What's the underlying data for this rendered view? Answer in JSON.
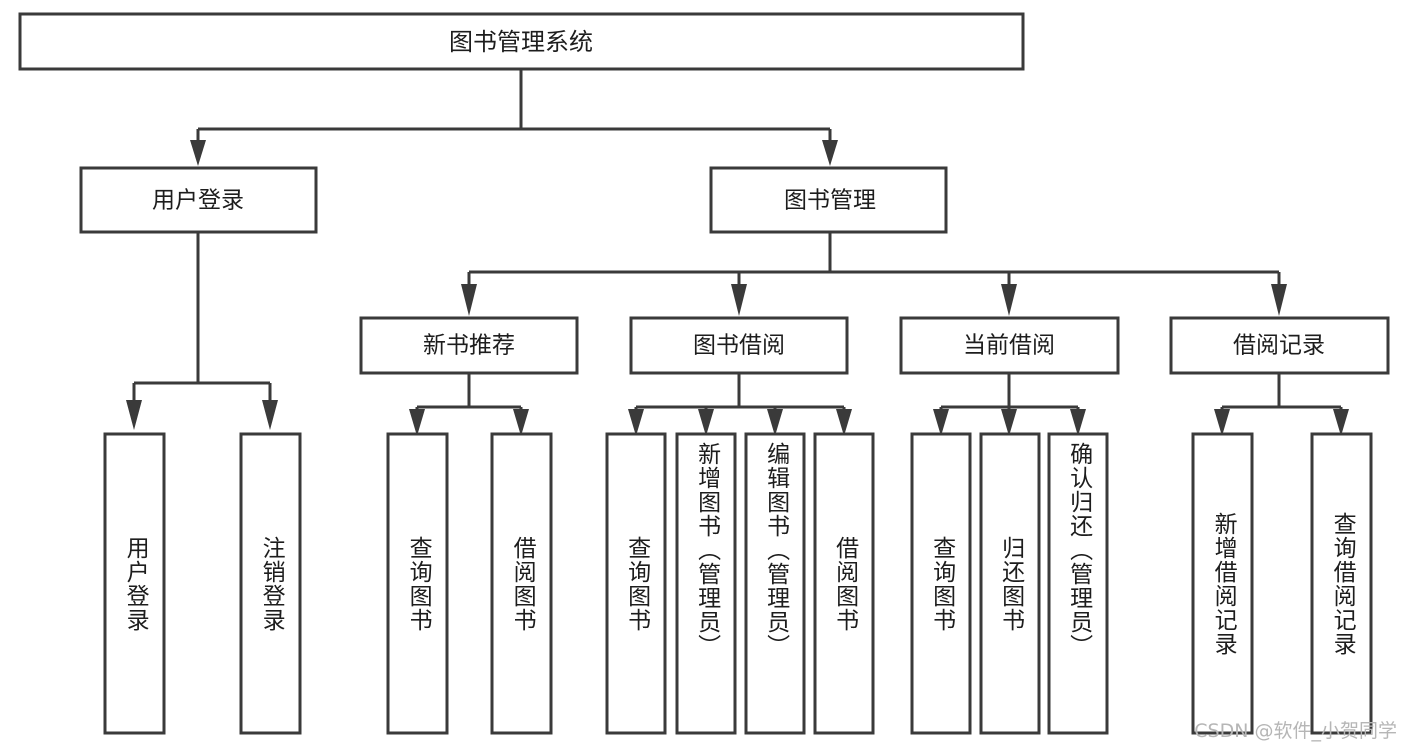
{
  "diagram": {
    "title_node": {
      "label": "图书管理系统"
    },
    "level2": [
      {
        "id": "user-login",
        "label": "用户登录"
      },
      {
        "id": "book-management",
        "label": "图书管理"
      }
    ],
    "level3": [
      {
        "id": "new-book-recommend",
        "label": "新书推荐"
      },
      {
        "id": "book-borrow",
        "label": "图书借阅"
      },
      {
        "id": "current-borrow",
        "label": "当前借阅"
      },
      {
        "id": "borrow-record",
        "label": "借阅记录"
      }
    ],
    "leaves": [
      {
        "id": "leaf-user-login",
        "label": "用户登录",
        "group": "user-login"
      },
      {
        "id": "leaf-logout-login",
        "label": "注销登录",
        "group": "user-login"
      },
      {
        "id": "leaf-query-book-1",
        "label": "查询图书",
        "group": "new-book-recommend"
      },
      {
        "id": "leaf-borrow-book-1",
        "label": "借阅图书",
        "group": "new-book-recommend"
      },
      {
        "id": "leaf-query-book-2",
        "label": "查询图书",
        "group": "book-borrow"
      },
      {
        "id": "leaf-add-book",
        "label": "新增图书（管理员）",
        "group": "book-borrow"
      },
      {
        "id": "leaf-edit-book",
        "label": "编辑图书（管理员）",
        "group": "book-borrow"
      },
      {
        "id": "leaf-borrow-book-2",
        "label": "借阅图书",
        "group": "book-borrow"
      },
      {
        "id": "leaf-query-book-3",
        "label": "查询图书",
        "group": "current-borrow"
      },
      {
        "id": "leaf-return-book",
        "label": "归还图书",
        "group": "current-borrow"
      },
      {
        "id": "leaf-confirm-return",
        "label": "确认归还（管理员）",
        "group": "current-borrow"
      },
      {
        "id": "leaf-add-borrow-record",
        "label": "新增借阅记录",
        "group": "borrow-record"
      },
      {
        "id": "leaf-query-borrow-record",
        "label": "查询借阅记录",
        "group": "borrow-record"
      }
    ],
    "watermark": "CSDN @软件_小贺同学",
    "colors": {
      "box_stroke": "#3a3a3a",
      "box_fill": "#ffffff",
      "text": "#1d1d1d",
      "watermark": "#b6b6b6",
      "background": "#ffffff"
    }
  }
}
